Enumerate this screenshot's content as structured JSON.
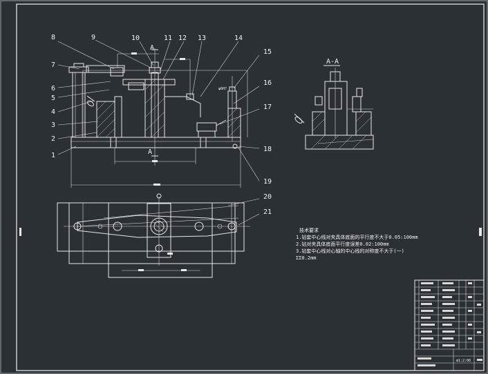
{
  "colors": {
    "background": "#2b3035",
    "line": "#e8e8e8"
  },
  "callouts": [
    "1",
    "2",
    "3",
    "4",
    "5",
    "6",
    "7",
    "8",
    "9",
    "10",
    "11",
    "12",
    "13",
    "14",
    "15",
    "16",
    "17",
    "18",
    "19",
    "20",
    "21"
  ],
  "section_title": "A-A",
  "section_mark": "A",
  "tech_requirements": {
    "title": "技术要求",
    "items": [
      "1.钻套中心线对夹具体底面的平行度不大于0.05:100mm",
      "2.钻对夹具体底面平行度误差0.02:100mm",
      "3.钻套中心线对心轴的中心线的对称度不大于(一)",
      "ΣΣ0.2mm"
    ]
  },
  "title_block": {
    "scale": "m1:2:00"
  }
}
